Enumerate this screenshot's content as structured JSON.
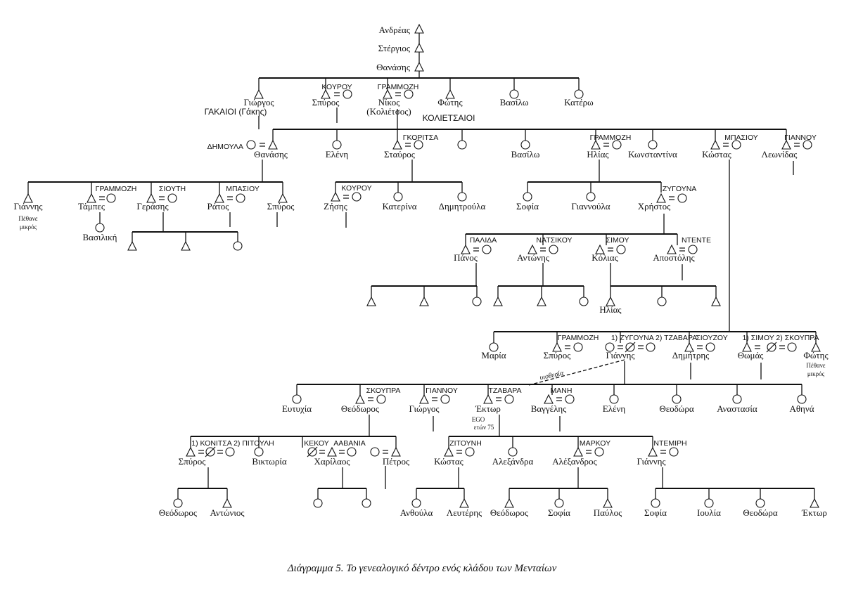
{
  "caption": "Διάγραμμα 5. Το γενεαλογικό δέντρο ενός κλάδου των Μενταίων",
  "lineage": {
    "andreas": "Ανδρέας",
    "stergios": "Στέργιος",
    "thanasis": "Θανάσης"
  },
  "gen1": {
    "giorgos": "Γιώργος",
    "spyros": "Σπύρος",
    "nikos": "Νίκος",
    "nikos_alias": "(Κολιέτσος)",
    "fotis": "Φώτης",
    "vasilo": "Βασίλω",
    "katero": "Κατέρω",
    "spouse_kourou": "ΚΟΥΡΟΥ",
    "spouse_grammozi": "ΓΡΑΜΜΟΖΗ",
    "branch_gakaioi": "ΓΑΚΑΙΟΙ (Γάκης)",
    "branch_kolietsaioi": "ΚΟΛΙΕΤΣΑΙΟΙ"
  },
  "gen2": {
    "dimoula": "ΔΗΜΟΥΛΑ",
    "thanasis": "Θανάσης",
    "eleni": "Ελένη",
    "gkoritsa": "ΓΚΟΡΙΤΣΑ",
    "stavros": "Σταύρος",
    "vasilo": "Βασίλω",
    "grammozi": "ΓΡΑΜΜΟΖΗ",
    "ilias": "Ηλίας",
    "konstantina": "Κωνσταντίνα",
    "mpasiou": "ΜΠΑΣΙΟΥ",
    "kostas": "Κώστας",
    "giannou": "ΓΙΑΝΝΟΥ",
    "leonidas": "Λεωνίδας"
  },
  "gen3a": {
    "giannis": "Γιάννης",
    "giannis_note_1": "Πέθανε",
    "giannis_note_2": "μικρός",
    "grammozi": "ΓΡΑΜΜΟΖΗ",
    "tampes": "Τάμπες",
    "siouti": "ΣΙΟΥΤΗ",
    "gerasis": "Γεράσης",
    "mpasiou": "ΜΠΑΣΙΟΥ",
    "ratos": "Ράτος",
    "spyros": "Σπύρος",
    "vasiliki": "Βασιλική"
  },
  "gen3b": {
    "kourou": "ΚΟΥΡΟΥ",
    "zisis": "Ζήσης",
    "katerina": "Κατερίνα",
    "dimitroula": "Δημητρούλα",
    "sofia": "Σοφία",
    "giannoula": "Γιαννούλα",
    "zygouna": "ΖΥΓΟΥΝΑ",
    "christos": "Χρήστος"
  },
  "gen4a": {
    "palida": "ΠΑΛΙΔΑ",
    "panos": "Πάνος",
    "natsikou": "ΝΑΤΣΙΚΟΥ",
    "antonis": "Αντώνης",
    "simou": "ΣΙΜΟΥ",
    "kolias": "Κόλιας",
    "ntente": "ΝΤΕΝΤΕ",
    "apostolis": "Αποστόλης",
    "ilias": "Ηλίας"
  },
  "gen3c": {
    "maria": "Μαρία",
    "grammozi": "ΓΡΑΜΜΟΖΗ",
    "spyros": "Σπύρος",
    "zygouna_tzavara": "1) ΖΥΓΟΥΝΑ 2) ΤΖΑΒΑΡΑ",
    "giannis": "Γιάννης",
    "siouzou": "ΣΙΟΥΖΟΥ",
    "dimitris": "Δημήτρης",
    "simou_skoupra": "1) ΣΙΜΟΥ 2) ΣΚΟΥΠΡΑ",
    "thomas": "Θωμάς",
    "fotis": "Φώτης",
    "fotis_note_1": "Πέθανε",
    "fotis_note_2": "μικρός",
    "adoption": "υιοθεσία"
  },
  "gen4b": {
    "eftychia": "Ευτυχία",
    "skoupra": "ΣΚΟΥΠΡΑ",
    "theodoros": "Θεόδωρος",
    "giannou": "ΓΙΑΝΝΟΥ",
    "giorgos": "Γιώργος",
    "tzavara": "ΤΖΑΒΑΡΑ",
    "ektor": "Έκτωρ",
    "ego": "EGO",
    "ego_age": "ετών 75",
    "mani": "ΜΑΝΗ",
    "vangelis": "Βαγγέλης",
    "eleni": "Ελένη",
    "theodora": "Θεοδώρα",
    "anastasia": "Αναστασία",
    "athina": "Αθηνά"
  },
  "gen5": {
    "konitsa_pitouli": "1) ΚΟΝΙΤΣΑ 2) ΠΙΤΟΥΛΗ",
    "spyros": "Σπύρος",
    "viktoria": "Βικτωρία",
    "kekou": "ΚΕΚΟΥ",
    "aavania": "ΑΑΒΑΝΙΑ",
    "charilaos": "Χαρίλαος",
    "petros": "Πέτρος",
    "zitouni": "ΖΙΤΟΥΝΗ",
    "kostas": "Κώστας",
    "alexandra": "Αλεξάνδρα",
    "markou": "ΜΑΡΚΟΥ",
    "alexandros": "Αλέξανδρος",
    "ntemiri": "ΝΤΕΜΙΡΗ",
    "giannis": "Γιάννης"
  },
  "gen6": {
    "theodoros": "Θεόδωρος",
    "antonios": "Αντώνιος",
    "anthoula": "Ανθούλα",
    "lefteris": "Λευτέρης",
    "theodoros2": "Θεόδωρος",
    "sofia": "Σοφία",
    "pavlos": "Παύλος",
    "sofia2": "Σοφία",
    "ioulia": "Ιουλία",
    "theodora": "Θεοδώρα",
    "ektor": "Έκτωρ"
  }
}
